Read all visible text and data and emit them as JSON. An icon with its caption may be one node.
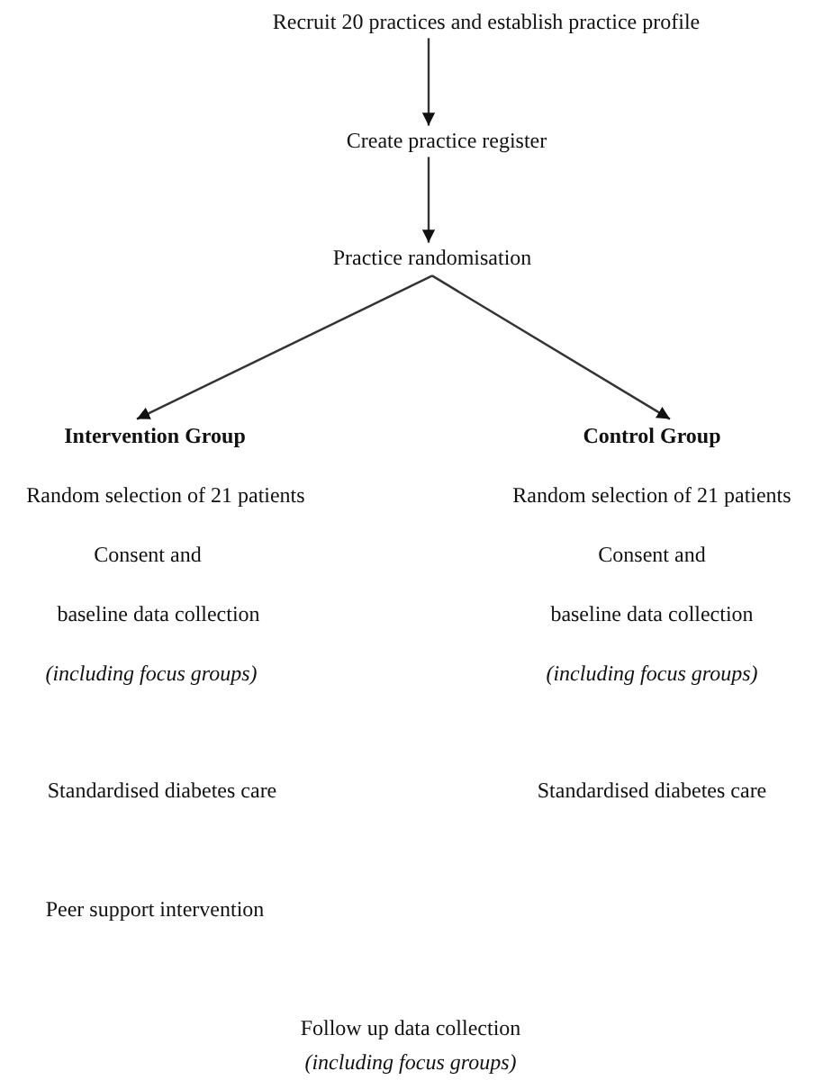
{
  "diagram": {
    "nodes": [
      {
        "text": [
          "Recruit 20 practices and establish practice profile"
        ]
      },
      {
        "text": [
          "Create practice register"
        ]
      },
      {
        "text": [
          "Practice randomisation"
        ]
      },
      {
        "text": [
          "Intervention Group"
        ]
      },
      {
        "text": [
          "Control Group"
        ]
      }
    ],
    "edges": [
      {
        "from": 0,
        "to": 1,
        "arrow": "to"
      },
      {
        "from": 1,
        "to": 2,
        "arrow": "to"
      },
      {
        "from": 2,
        "to": 3,
        "arrow": "to"
      },
      {
        "from": 2,
        "to": 4,
        "arrow": "to"
      }
    ],
    "labels": [
      "Random selection of 21 patients",
      "Random selection of 21 patients",
      "Consent and",
      "Consent and",
      "baseline data collection",
      "baseline data collection",
      "(including focus groups)",
      "(including focus groups)",
      "Standardised diabetes care",
      "Standardised diabetes care",
      "Peer support intervention",
      "Follow up data collection",
      "(including focus groups)"
    ]
  }
}
